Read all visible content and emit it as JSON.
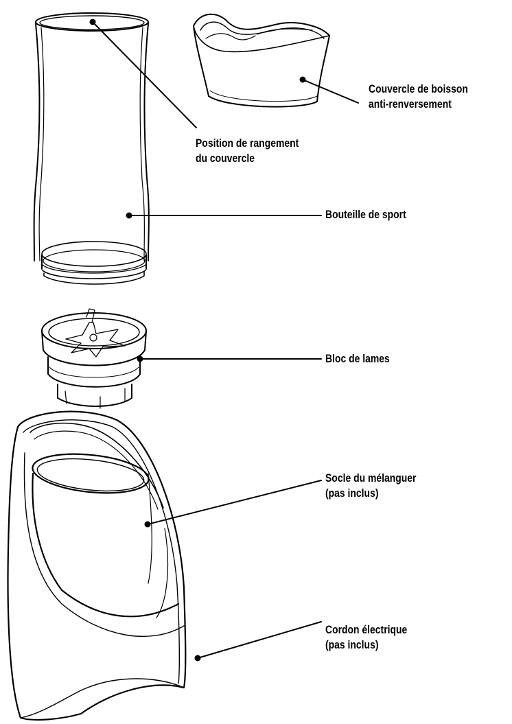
{
  "labels": {
    "lid": {
      "line1": "Couvercle de boisson",
      "line2": "anti-renversement"
    },
    "storage": {
      "line1": "Position de rangement",
      "line2": "du couvercle"
    },
    "bottle": {
      "line1": "Bouteille de sport"
    },
    "blade": {
      "line1": "Bloc de lames"
    },
    "base": {
      "line1": "Socle du mélanguer",
      "line2": "(pas inclus)"
    },
    "cord": {
      "line1": "Cordon électrique",
      "line2": "(pas inclus)"
    }
  },
  "colors": {
    "ink": "#000000",
    "background": "#ffffff"
  }
}
